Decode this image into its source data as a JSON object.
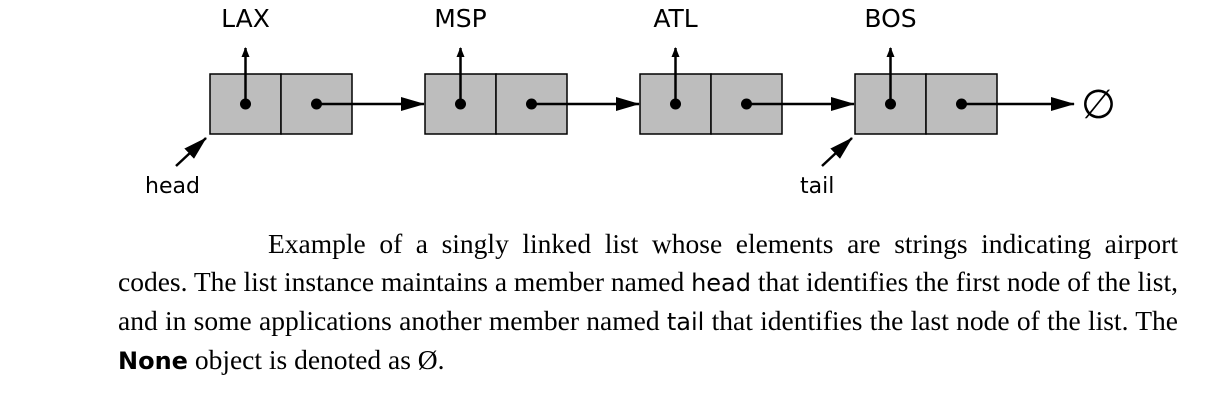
{
  "nodes": [
    {
      "element": "LAX"
    },
    {
      "element": "MSP"
    },
    {
      "element": "ATL"
    },
    {
      "element": "BOS"
    }
  ],
  "head_label": "head",
  "tail_label": "tail",
  "null_symbol": "∅",
  "caption": {
    "part1": "Example of a singly linked list whose elements are strings indicating airport codes. The list instance maintains a member named ",
    "head_code": "head",
    "part2": " that identifies the first node of the list, and in some applications another member named ",
    "tail_code": "tail",
    "part3": " that identifies the last node of the list. The ",
    "none_keyword": "None",
    "part4": " object is denoted as Ø."
  },
  "colors": {
    "node_fill": "#bdbdbd",
    "stroke": "#000000"
  }
}
